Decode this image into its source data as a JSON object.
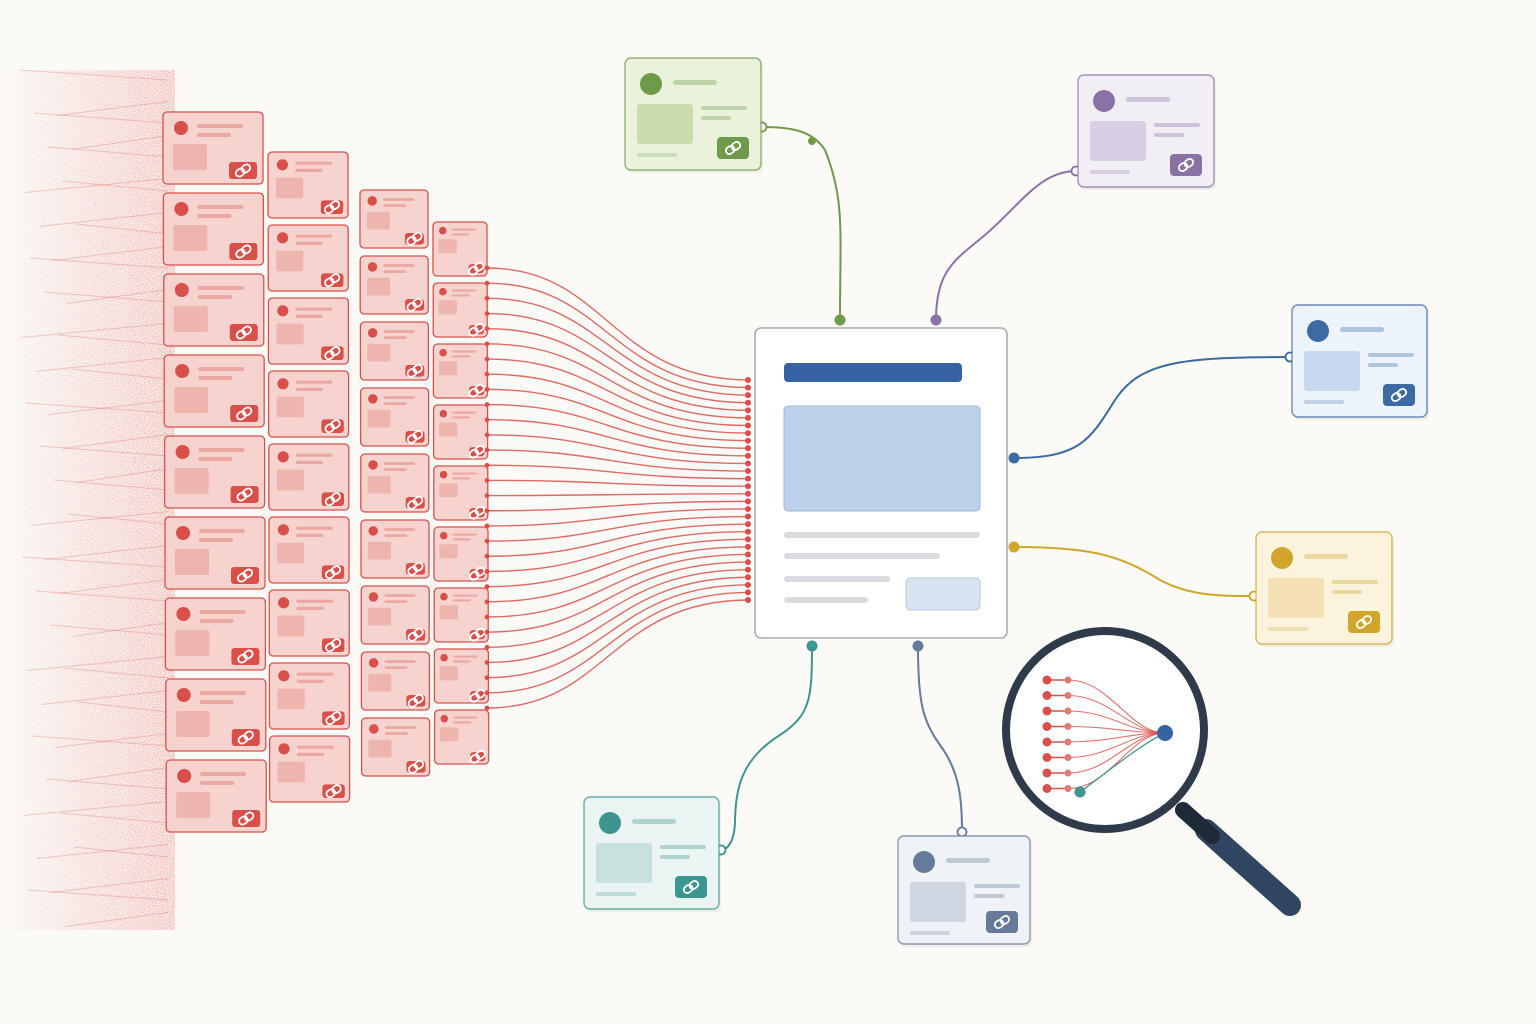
{
  "colors": {
    "background": "#fbfaf7",
    "spam": "#d9504a",
    "spam_fill": "#f6d3cf",
    "hub_header": "#3563a3",
    "hub_image": "#bcd1ea",
    "hub_border": "#a9acb4",
    "lens_rim": "#2f3a4a",
    "lens_handle": "#2f4560"
  },
  "hub": {
    "name": "central-page"
  },
  "spam_grid": {
    "columns": [
      {
        "cards": 9
      },
      {
        "cards": 9
      },
      {
        "cards": 9
      },
      {
        "cards": 9
      }
    ],
    "link_lines": 30
  },
  "linked_cards": [
    {
      "name": "green-card",
      "color": "#6f9a4a",
      "fill": "#eaf2dc",
      "image": "#c9dcae"
    },
    {
      "name": "purple-card",
      "color": "#8a72a6",
      "fill": "#f2eef6",
      "image": "#d9cfe5"
    },
    {
      "name": "blue-card",
      "color": "#3c6aa3",
      "fill": "#edf3fa",
      "image": "#c8d9ee"
    },
    {
      "name": "yellow-card",
      "color": "#d1a52a",
      "fill": "#fbf3dc",
      "image": "#f3e0b4"
    },
    {
      "name": "teal-card",
      "color": "#3d958f",
      "fill": "#eaf4f3",
      "image": "#c7e1de"
    },
    {
      "name": "slate-card",
      "color": "#667b9a",
      "fill": "#eef1f5",
      "image": "#cfd6e1"
    }
  ],
  "icons": {
    "link": "link-icon",
    "magnifier": "magnifier-icon",
    "avatar": "avatar-icon"
  }
}
